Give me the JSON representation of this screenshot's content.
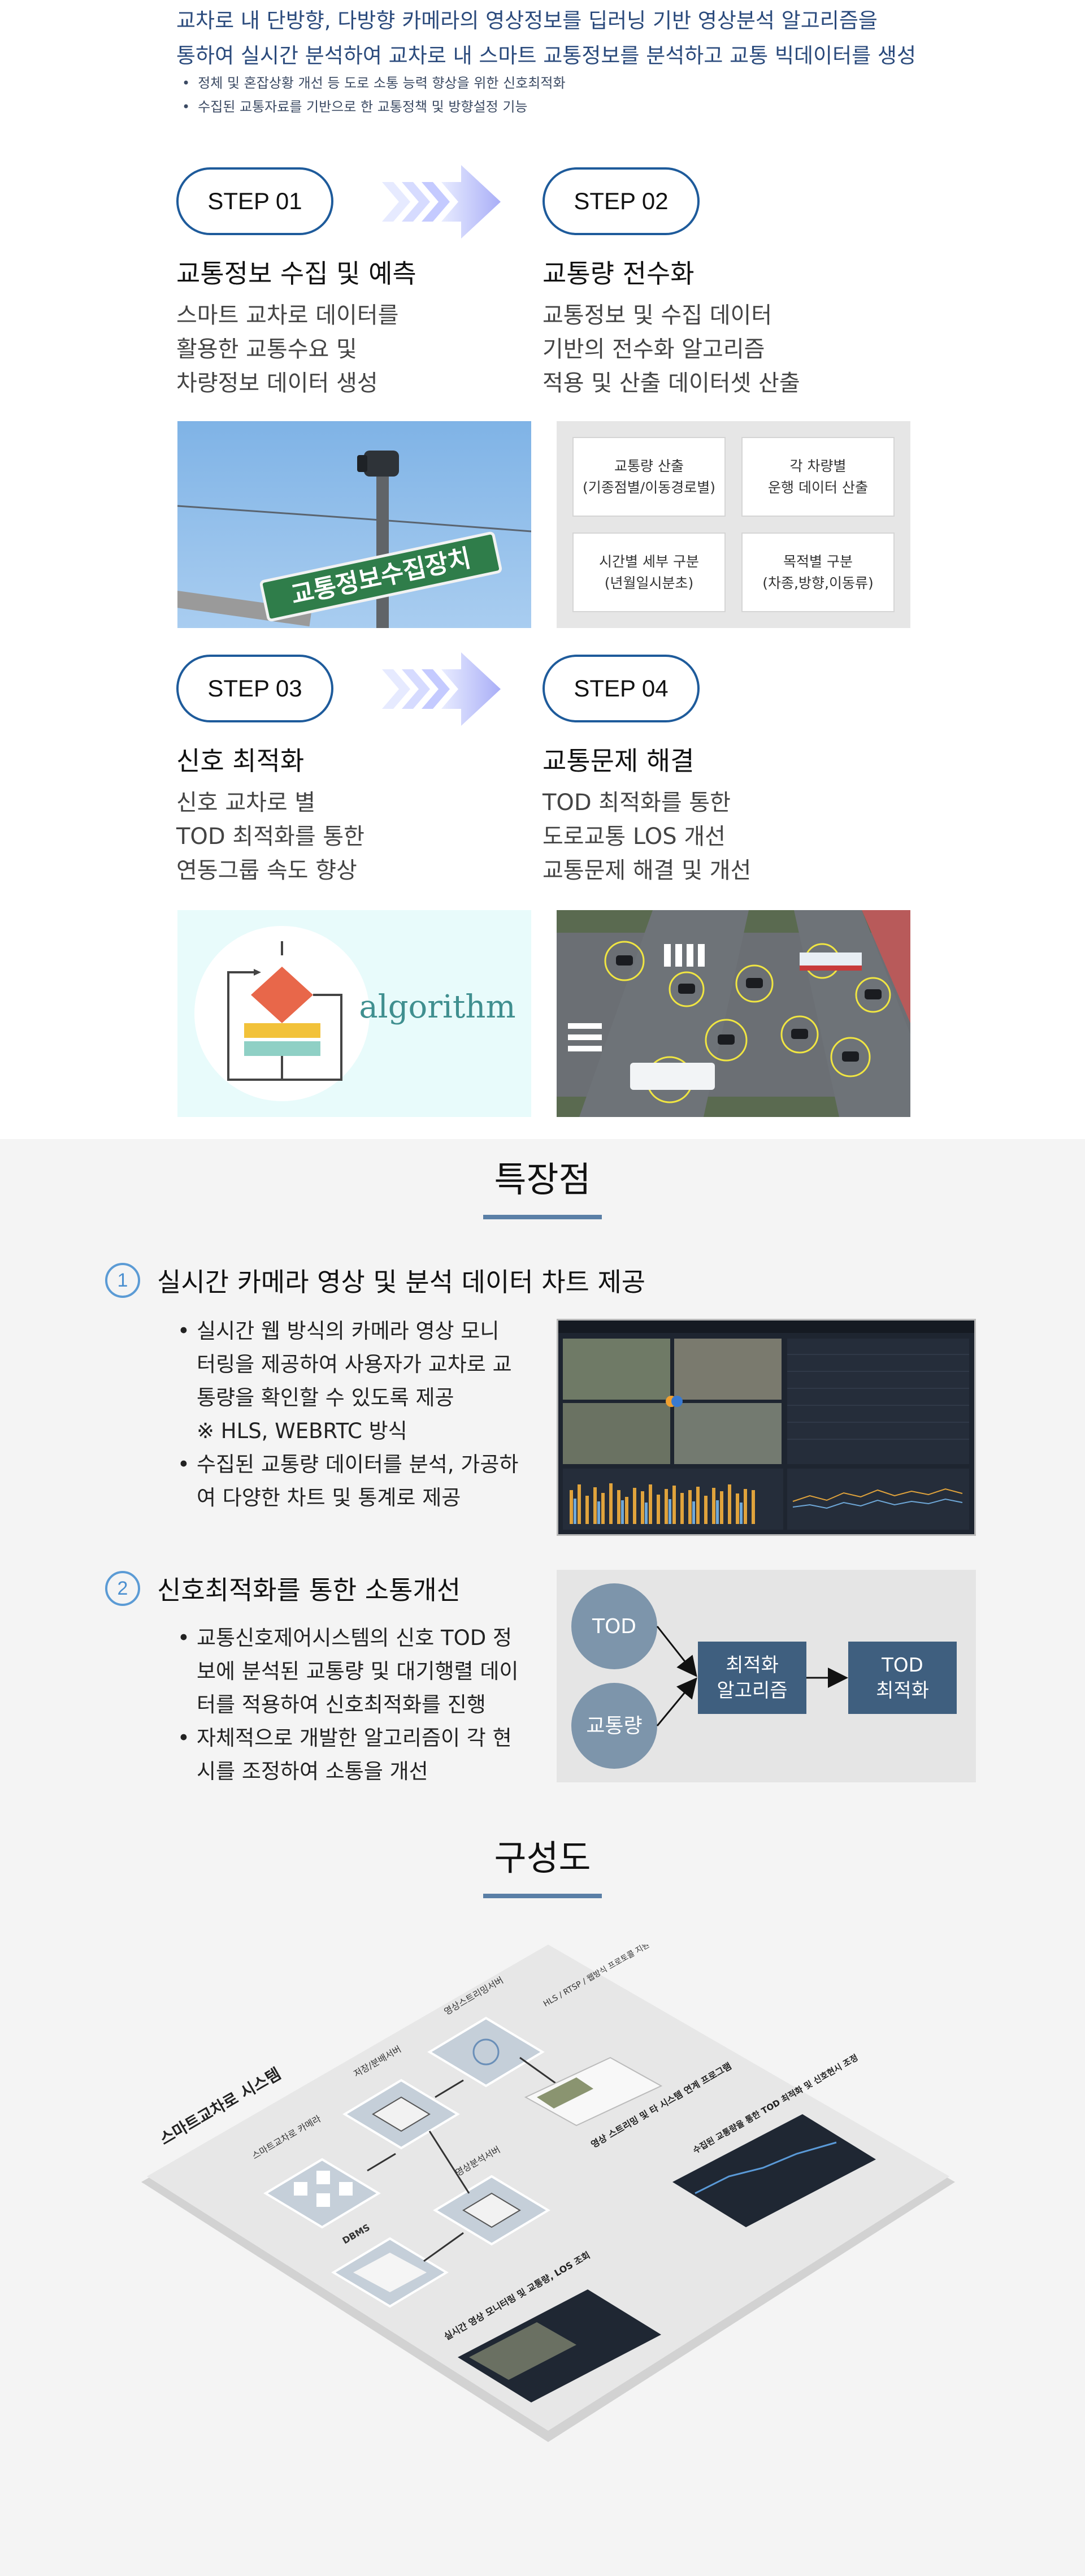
{
  "intro": {
    "line1": "교차로 내 단방향, 다방향 카메라의 영상정보를 딥러닝 기반 영상분석 알고리즘을",
    "line2": "통하여 실시간 분석하여 교차로 내 스마트 교통정보를 분석하고 교통 빅데이터를 생성",
    "bullets": [
      "정체 및 혼잡상황 개선 등 도로 소통 능력 향상을 위한 신호최적화",
      "수집된 교통자료를 기반으로 한 교통정책 및 방향설정 기능"
    ]
  },
  "steps": [
    {
      "label": "STEP 01",
      "title": "교통정보 수집 및 예측",
      "desc": [
        "스마트 교차로 데이터를",
        "활용한 교통수요 및",
        "차량정보 데이터 생성"
      ]
    },
    {
      "label": "STEP 02",
      "title": "교통량 전수화",
      "desc": [
        "교통정보 및 수집 데이터",
        "기반의 전수화 알고리즘",
        "적용 및 산출 데이터셋 산출"
      ]
    },
    {
      "label": "STEP 03",
      "title": "신호 최적화",
      "desc": [
        "신호 교차로 별",
        "TOD 최적화를 통한",
        "연동그룹 속도 향상"
      ]
    },
    {
      "label": "STEP 04",
      "title": "교통문제 해결",
      "desc": [
        "TOD 최적화를 통한",
        "도로교통 LOS 개선",
        "교통문제 해결 및 개선"
      ]
    }
  ],
  "step1_image": {
    "sign_text": "교통정보수집장치"
  },
  "step2_grid": [
    {
      "line1": "교통량 산출",
      "line2": "(기종점별/이동경로별)"
    },
    {
      "line1": "각 차량별",
      "line2": "운행 데이터 산출"
    },
    {
      "line1": "시간별 세부 구분",
      "line2": "(년월일시분초)"
    },
    {
      "line1": "목적별 구분",
      "line2": "(차종,방향,이동류)"
    }
  ],
  "step3_image": {
    "word": "algorithm"
  },
  "features": {
    "title": "특장점",
    "items": [
      {
        "num": "1",
        "title": "실시간 카메라 영상 및 분석 데이터 차트 제공",
        "lines": [
          {
            "text": "실시간 웹 방식의 카메라 영상 모니",
            "bullet": true
          },
          {
            "text": "터링을 제공하여 사용자가 교차로 교",
            "bullet": false
          },
          {
            "text": "통량을 확인할 수 있도록 제공",
            "bullet": false
          },
          {
            "text": "※ HLS, WEBRTC 방식",
            "bullet": false
          },
          {
            "text": "수집된 교통량 데이터를 분석, 가공하",
            "bullet": true
          },
          {
            "text": "여 다양한 차트 및 통계로 제공",
            "bullet": false
          }
        ]
      },
      {
        "num": "2",
        "title": "신호최적화를 통한 소통개선",
        "lines": [
          {
            "text": "교통신호제어시스템의 신호 TOD 정",
            "bullet": true
          },
          {
            "text": "보에 분석된 교통량 및 대기행렬 데이",
            "bullet": false
          },
          {
            "text": "터를 적용하여 신호최적화를 진행",
            "bullet": false
          },
          {
            "text": "자체적으로 개발한 알고리즘이 각 현",
            "bullet": true
          },
          {
            "text": "시를 조정하여 소통을 개선",
            "bullet": false
          }
        ]
      }
    ]
  },
  "flow": {
    "node_tod": "TOD",
    "node_traffic": "교통량",
    "box_algo_1": "최적화",
    "box_algo_2": "알고리즘",
    "box_tod_1": "TOD",
    "box_tod_2": "최적화"
  },
  "structure": {
    "title": "구성도",
    "system_label": "스마트교차로 시스템",
    "nodes": {
      "cameras": "스마트교차로 카메라",
      "relay": "저장/분배서버",
      "stream": "영상스트리밍서버",
      "analysis": "영상분석서버",
      "dbms": "DBMS",
      "protocols": "HLS / RTSP / 웹방식 프로토콜 지원"
    },
    "screens": {
      "stream_caption": "영상 스트리밍 및 타 시스템 연계 프로그램",
      "analysis_caption": "실시간 영상 모니터링 및 교통량, LOS 조회",
      "tod_caption": "수집된 교통량을 통한 TOD 최적화 및 신호현시 조정"
    }
  },
  "colors": {
    "accent_blue": "#1e5b9b",
    "intro_blue": "#2a4a7c",
    "underline": "#5a7fa6",
    "node_gray_blue": "#7d95ab",
    "box_navy": "#3f5f7f"
  }
}
